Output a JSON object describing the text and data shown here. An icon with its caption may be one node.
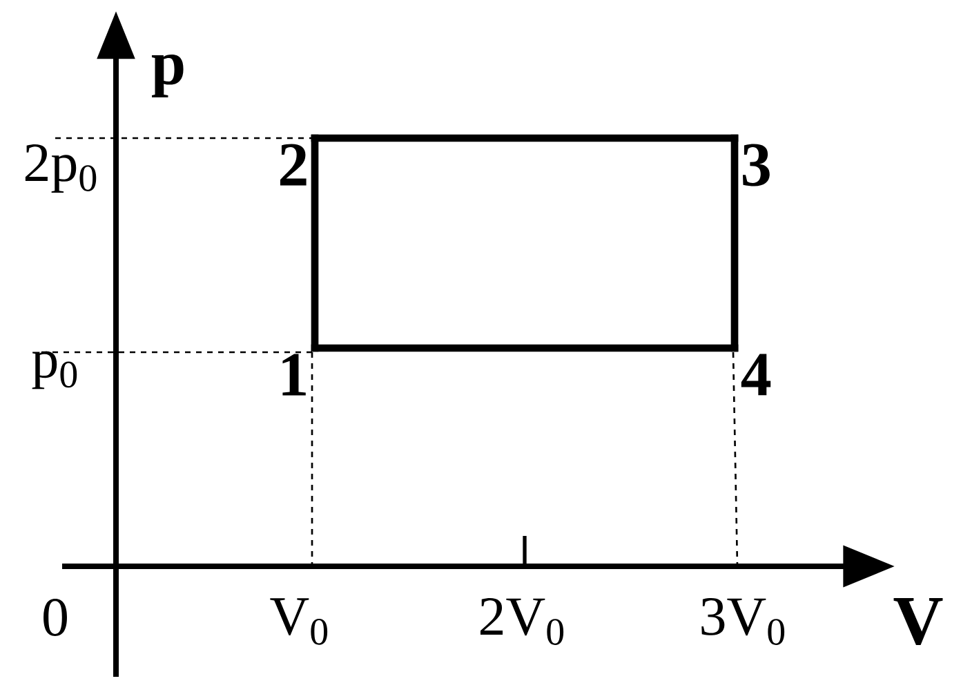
{
  "diagram": {
    "nodes": [
      {
        "text": [
          "1"
        ]
      },
      {
        "text": [
          "2"
        ]
      },
      {
        "text": [
          "3"
        ]
      },
      {
        "text": [
          "4"
        ]
      }
    ],
    "edges": [
      {
        "from": 0,
        "to": 1,
        "arrow": "none"
      },
      {
        "from": 1,
        "to": 2,
        "arrow": "none"
      },
      {
        "from": 2,
        "to": 3,
        "arrow": "none"
      },
      {
        "from": 3,
        "to": 0,
        "arrow": "none"
      }
    ],
    "labels": [
      "p",
      "2p$_{0}$",
      "p$_{0}$",
      "0",
      "V$_{0}$",
      "2V$_{0}$",
      "3V$_{0}$",
      "V"
    ]
  }
}
